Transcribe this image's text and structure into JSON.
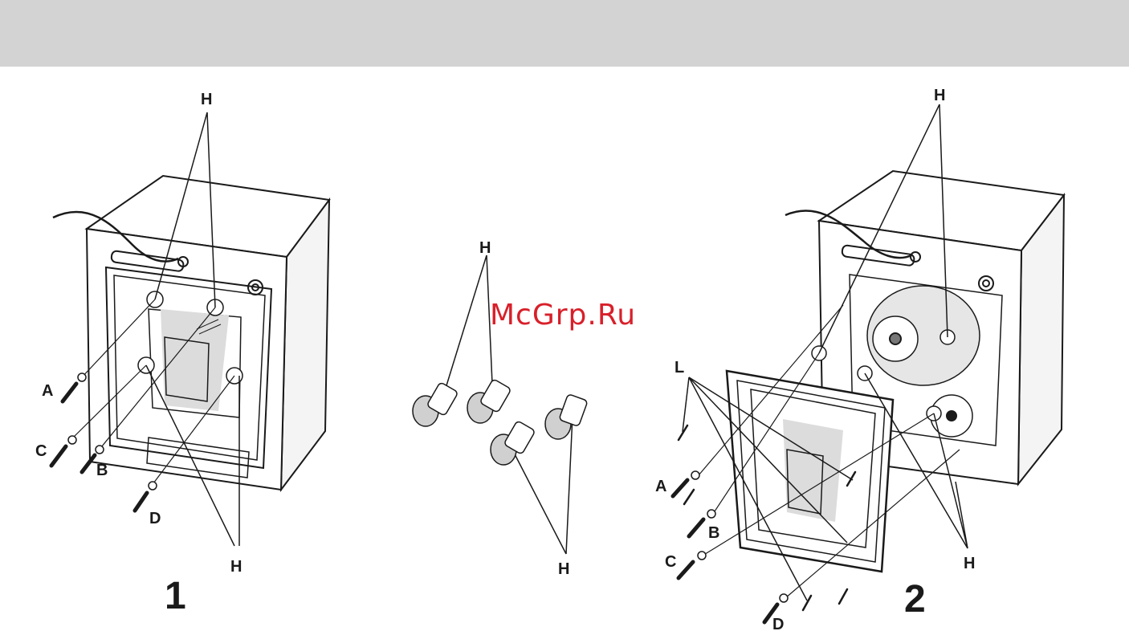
{
  "watermark": "McGrp.Ru",
  "figure1": {
    "number": "1",
    "labels": {
      "h_top": "H",
      "h_bottom": "H",
      "a": "A",
      "b": "B",
      "c": "C",
      "d": "D"
    }
  },
  "figure_middle": {
    "labels": {
      "h_top": "H",
      "h_bottom": "H"
    }
  },
  "figure2": {
    "number": "2",
    "labels": {
      "h_top": "H",
      "h_bottom": "H",
      "l": "L",
      "a": "A",
      "b": "B",
      "c": "C",
      "d": "D"
    }
  }
}
